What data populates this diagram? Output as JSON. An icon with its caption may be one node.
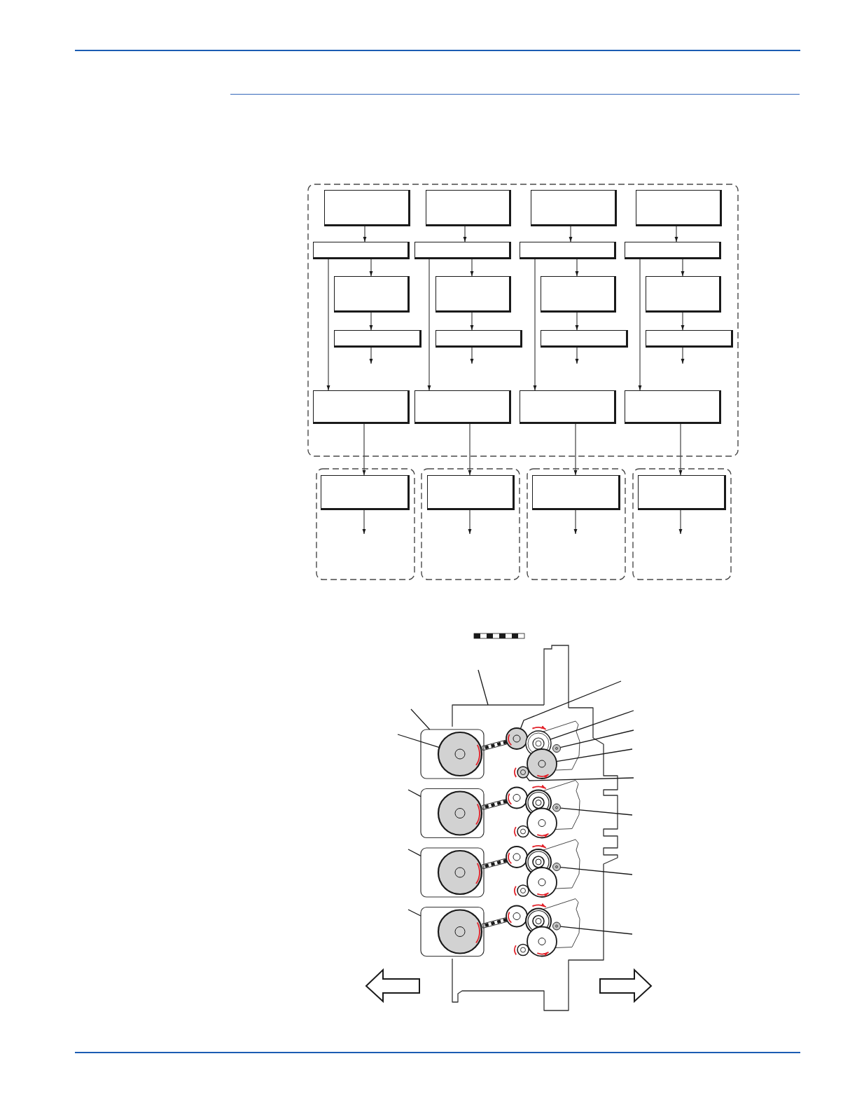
{
  "diagram": {
    "nodes": [
      {
        "text": [],
        "shape": "box"
      },
      {
        "text": [],
        "shape": "box",
        "in": 0
      },
      {
        "text": [],
        "shape": "box",
        "in": 0
      },
      {
        "text": [],
        "shape": "box",
        "in": 0
      },
      {
        "text": [],
        "shape": "box",
        "in": 0
      },
      {
        "text": [],
        "shape": "box",
        "in": 0
      },
      {
        "text": [],
        "shape": "box",
        "in": 0
      },
      {
        "text": [],
        "shape": "box",
        "in": 0
      },
      {
        "text": [],
        "shape": "box",
        "in": 0
      },
      {
        "text": [],
        "shape": "box",
        "in": 0
      },
      {
        "text": [],
        "shape": "box",
        "in": 0
      },
      {
        "text": [],
        "shape": "box",
        "in": 0
      },
      {
        "text": [],
        "shape": "box",
        "in": 0
      },
      {
        "text": [],
        "shape": "box",
        "in": 0
      },
      {
        "text": [],
        "shape": "box",
        "in": 0
      },
      {
        "text": [],
        "shape": "box",
        "in": 0
      },
      {
        "text": [],
        "shape": "box",
        "in": 0
      },
      {
        "text": [],
        "shape": "box",
        "in": 0
      },
      {
        "text": [],
        "shape": "box",
        "in": 0
      },
      {
        "text": [],
        "shape": "box",
        "in": 0
      },
      {
        "text": [],
        "shape": "box",
        "in": 0
      },
      {
        "text": [],
        "shape": "box"
      },
      {
        "text": [],
        "shape": "box"
      },
      {
        "text": [],
        "shape": "box"
      },
      {
        "text": [],
        "shape": "box"
      },
      {
        "text": [],
        "shape": "box",
        "in": 21
      },
      {
        "text": [],
        "shape": "box",
        "in": 22
      },
      {
        "text": [],
        "shape": "box",
        "in": 23
      },
      {
        "text": [],
        "shape": "box",
        "in": 24
      },
      {
        "text": [],
        "shape": "outline"
      },
      {
        "text": [],
        "shape": "box"
      },
      {
        "text": [],
        "shape": "circle",
        "in": 30
      },
      {
        "text": [],
        "shape": "bar",
        "in": 29
      },
      {
        "text": [],
        "shape": "circle",
        "in": 29
      },
      {
        "text": [],
        "shape": "outline",
        "in": 29
      },
      {
        "text": [],
        "shape": "circle",
        "in": 29
      },
      {
        "text": [],
        "shape": "circle",
        "in": 34
      },
      {
        "text": [],
        "shape": "circle",
        "in": 29
      },
      {
        "text": [],
        "shape": "circle",
        "in": 29
      },
      {
        "text": [],
        "shape": "box"
      },
      {
        "text": [],
        "shape": "circle",
        "in": 39
      },
      {
        "text": [],
        "shape": "bar",
        "in": 29
      },
      {
        "text": [],
        "shape": "circle",
        "in": 29
      },
      {
        "text": [],
        "shape": "outline",
        "in": 29
      },
      {
        "text": [],
        "shape": "circle",
        "in": 29
      },
      {
        "text": [],
        "shape": "circle",
        "in": 43
      },
      {
        "text": [],
        "shape": "circle",
        "in": 29
      },
      {
        "text": [],
        "shape": "circle",
        "in": 29
      },
      {
        "text": [],
        "shape": "box"
      },
      {
        "text": [],
        "shape": "circle",
        "in": 48
      },
      {
        "text": [],
        "shape": "bar",
        "in": 29
      },
      {
        "text": [],
        "shape": "circle",
        "in": 29
      },
      {
        "text": [],
        "shape": "outline",
        "in": 29
      },
      {
        "text": [],
        "shape": "circle",
        "in": 29
      },
      {
        "text": [],
        "shape": "circle",
        "in": 52
      },
      {
        "text": [],
        "shape": "circle",
        "in": 29
      },
      {
        "text": [],
        "shape": "circle",
        "in": 29
      },
      {
        "text": [],
        "shape": "box"
      },
      {
        "text": [],
        "shape": "circle",
        "in": 57
      },
      {
        "text": [],
        "shape": "bar",
        "in": 29
      },
      {
        "text": [],
        "shape": "circle",
        "in": 29
      },
      {
        "text": [],
        "shape": "outline",
        "in": 29
      },
      {
        "text": [],
        "shape": "circle",
        "in": 29
      },
      {
        "text": [],
        "shape": "circle",
        "in": 61
      },
      {
        "text": [],
        "shape": "circle",
        "in": 29
      },
      {
        "text": [],
        "shape": "circle",
        "in": 29
      }
    ],
    "edges": [
      {
        "from": 1,
        "to": 5,
        "arrow": "to"
      },
      {
        "from": 5,
        "to": 9,
        "arrow": "to"
      },
      {
        "from": 9,
        "to": 13,
        "arrow": "to"
      },
      {
        "from": 13,
        "to": null,
        "arrow": "to"
      },
      {
        "from": 5,
        "to": 17,
        "arrow": "to"
      },
      {
        "from": 17,
        "to": 25,
        "arrow": "to"
      },
      {
        "from": 25,
        "to": null,
        "arrow": "to"
      },
      {
        "from": 2,
        "to": 6,
        "arrow": "to"
      },
      {
        "from": 6,
        "to": 10,
        "arrow": "to"
      },
      {
        "from": 10,
        "to": 14,
        "arrow": "to"
      },
      {
        "from": 14,
        "to": null,
        "arrow": "to"
      },
      {
        "from": 6,
        "to": 18,
        "arrow": "to"
      },
      {
        "from": 18,
        "to": 26,
        "arrow": "to"
      },
      {
        "from": 26,
        "to": null,
        "arrow": "to"
      },
      {
        "from": 3,
        "to": 7,
        "arrow": "to"
      },
      {
        "from": 7,
        "to": 11,
        "arrow": "to"
      },
      {
        "from": 11,
        "to": 15,
        "arrow": "to"
      },
      {
        "from": 15,
        "to": null,
        "arrow": "to"
      },
      {
        "from": 7,
        "to": 19,
        "arrow": "to"
      },
      {
        "from": 19,
        "to": 27,
        "arrow": "to"
      },
      {
        "from": 27,
        "to": null,
        "arrow": "to"
      },
      {
        "from": 4,
        "to": 8,
        "arrow": "to"
      },
      {
        "from": 8,
        "to": 12,
        "arrow": "to"
      },
      {
        "from": 12,
        "to": 16,
        "arrow": "to"
      },
      {
        "from": 16,
        "to": null,
        "arrow": "to"
      },
      {
        "from": 8,
        "to": 20,
        "arrow": "to"
      },
      {
        "from": 20,
        "to": 28,
        "arrow": "to"
      },
      {
        "from": 28,
        "to": null,
        "arrow": "to"
      },
      {
        "from": null,
        "to": 29,
        "arrow": "none"
      },
      {
        "from": null,
        "to": 30,
        "arrow": "none"
      },
      {
        "from": null,
        "to": 31,
        "arrow": "none"
      },
      {
        "from": null,
        "to": 33,
        "arrow": "none"
      },
      {
        "from": null,
        "to": 35,
        "arrow": "none"
      },
      {
        "from": null,
        "to": 36,
        "arrow": "none"
      },
      {
        "from": null,
        "to": 37,
        "arrow": "none"
      },
      {
        "from": null,
        "to": 38,
        "arrow": "none"
      },
      {
        "from": null,
        "to": 39,
        "arrow": "none"
      },
      {
        "from": null,
        "to": 45,
        "arrow": "none"
      },
      {
        "from": null,
        "to": 48,
        "arrow": "none"
      },
      {
        "from": null,
        "to": 54,
        "arrow": "none"
      },
      {
        "from": null,
        "to": 57,
        "arrow": "none"
      },
      {
        "from": null,
        "to": 63,
        "arrow": "none"
      }
    ]
  }
}
